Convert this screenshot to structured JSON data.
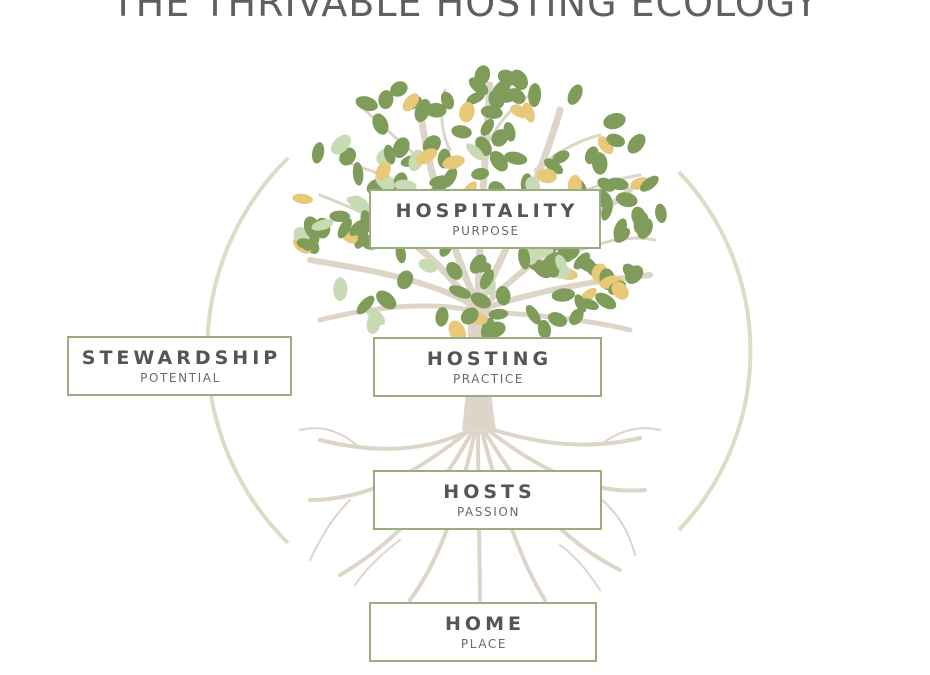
{
  "title": "THE THRIVABLE HOSTING ECOLOGY",
  "boxes": {
    "hospitality": {
      "main": "HOSPITALITY",
      "sub": "PURPOSE"
    },
    "stewardship": {
      "main": "STEWARDSHIP",
      "sub": "POTENTIAL"
    },
    "hosting": {
      "main": "HOSTING",
      "sub": "PRACTICE"
    },
    "hosts": {
      "main": "HOSTS",
      "sub": "PASSION"
    },
    "home": {
      "main": "HOME",
      "sub": "PLACE"
    }
  },
  "colors": {
    "leaf_dark": "#7f9c5a",
    "leaf_light": "#c9dbb5",
    "leaf_gold": "#e8c97a",
    "trunk": "#ddd5c8",
    "circle": "#d5e0c6",
    "border": "#9aac80"
  }
}
